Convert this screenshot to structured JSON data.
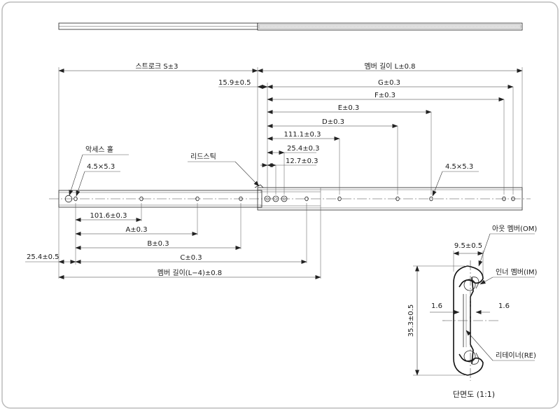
{
  "labels": {
    "stroke": "스트로크 S±3",
    "member_length": "멤버 길이 L±0.8",
    "g": "G±0.3",
    "f": "F±0.3",
    "e": "E±0.3",
    "d": "D±0.3",
    "d111": "111.1±0.3",
    "d25_4": "25.4±0.3",
    "d12_7": "12.7±0.3",
    "d15_9": "15.9±0.5",
    "access_hole": "악세스 홀",
    "hole_left": "4.5×5.3",
    "lead_stick": "리드스틱",
    "hole_right": "4.5×5.3",
    "d101_6": "101.6±0.3",
    "a": "A±0.3",
    "b": "B±0.3",
    "c": "C±0.3",
    "d25_4_left": "25.4±0.5",
    "member_length_l4": "멤버 길이(L−4)±0.8",
    "outer_member": "아웃 멤버(OM)",
    "inner_member": "인너 멤버(IM)",
    "retainer": "리테이너(RE)",
    "w9_5": "9.5±0.5",
    "t1_6_left": "1.6",
    "t1_6_right": "1.6",
    "h35_3": "35.3±0.5",
    "section_title": "단면도 (1:1)"
  },
  "colors": {
    "line": "#222222",
    "frame": "#bbbbbb",
    "background": "#ffffff"
  }
}
